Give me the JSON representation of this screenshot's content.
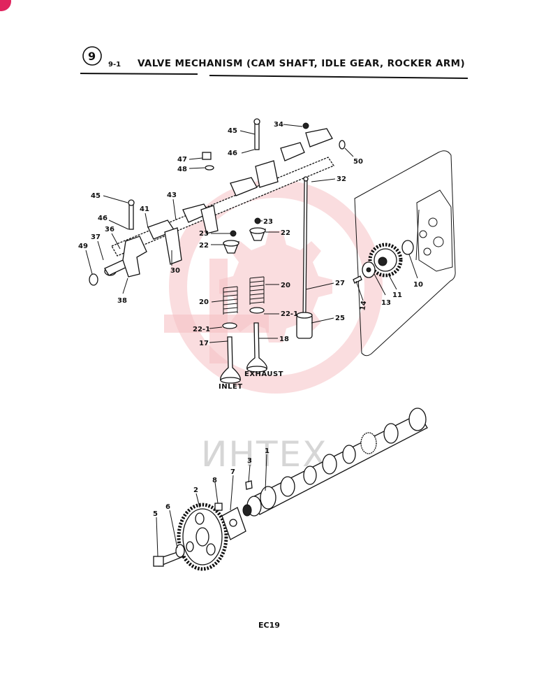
{
  "header": {
    "section_number": "9",
    "sub_number": "9-1",
    "title": "VALVE MECHANISM (CAM SHAFT, IDLE GEAR, ROCKER ARM)"
  },
  "watermark": {
    "text": "ИНТЕХ",
    "color": "#e8505b"
  },
  "valve_labels": {
    "inlet": "INLET",
    "exhaust": "EXHAUST"
  },
  "footer": {
    "code": "EC19"
  },
  "callouts": {
    "p45a": "45",
    "p34": "34",
    "p46a": "46",
    "p47": "47",
    "p48": "48",
    "p50": "50",
    "p32": "32",
    "p45b": "45",
    "p43": "43",
    "p41": "41",
    "p46b": "46",
    "p36": "36",
    "p37": "37",
    "p49": "49",
    "p38": "38",
    "p30": "30",
    "p23a": "23",
    "p23b": "23",
    "p22a": "22",
    "p22b": "22",
    "p20a": "20",
    "p20b": "20",
    "p27": "27",
    "p221a": "22-1",
    "p221b": "22-1",
    "p25": "25",
    "p17": "17",
    "p18": "18",
    "p14": "14",
    "p13": "13",
    "p11": "11",
    "p10": "10",
    "p1": "1",
    "p3": "3",
    "p7": "7",
    "p8": "8",
    "p2": "2",
    "p6": "6",
    "p5": "5"
  }
}
